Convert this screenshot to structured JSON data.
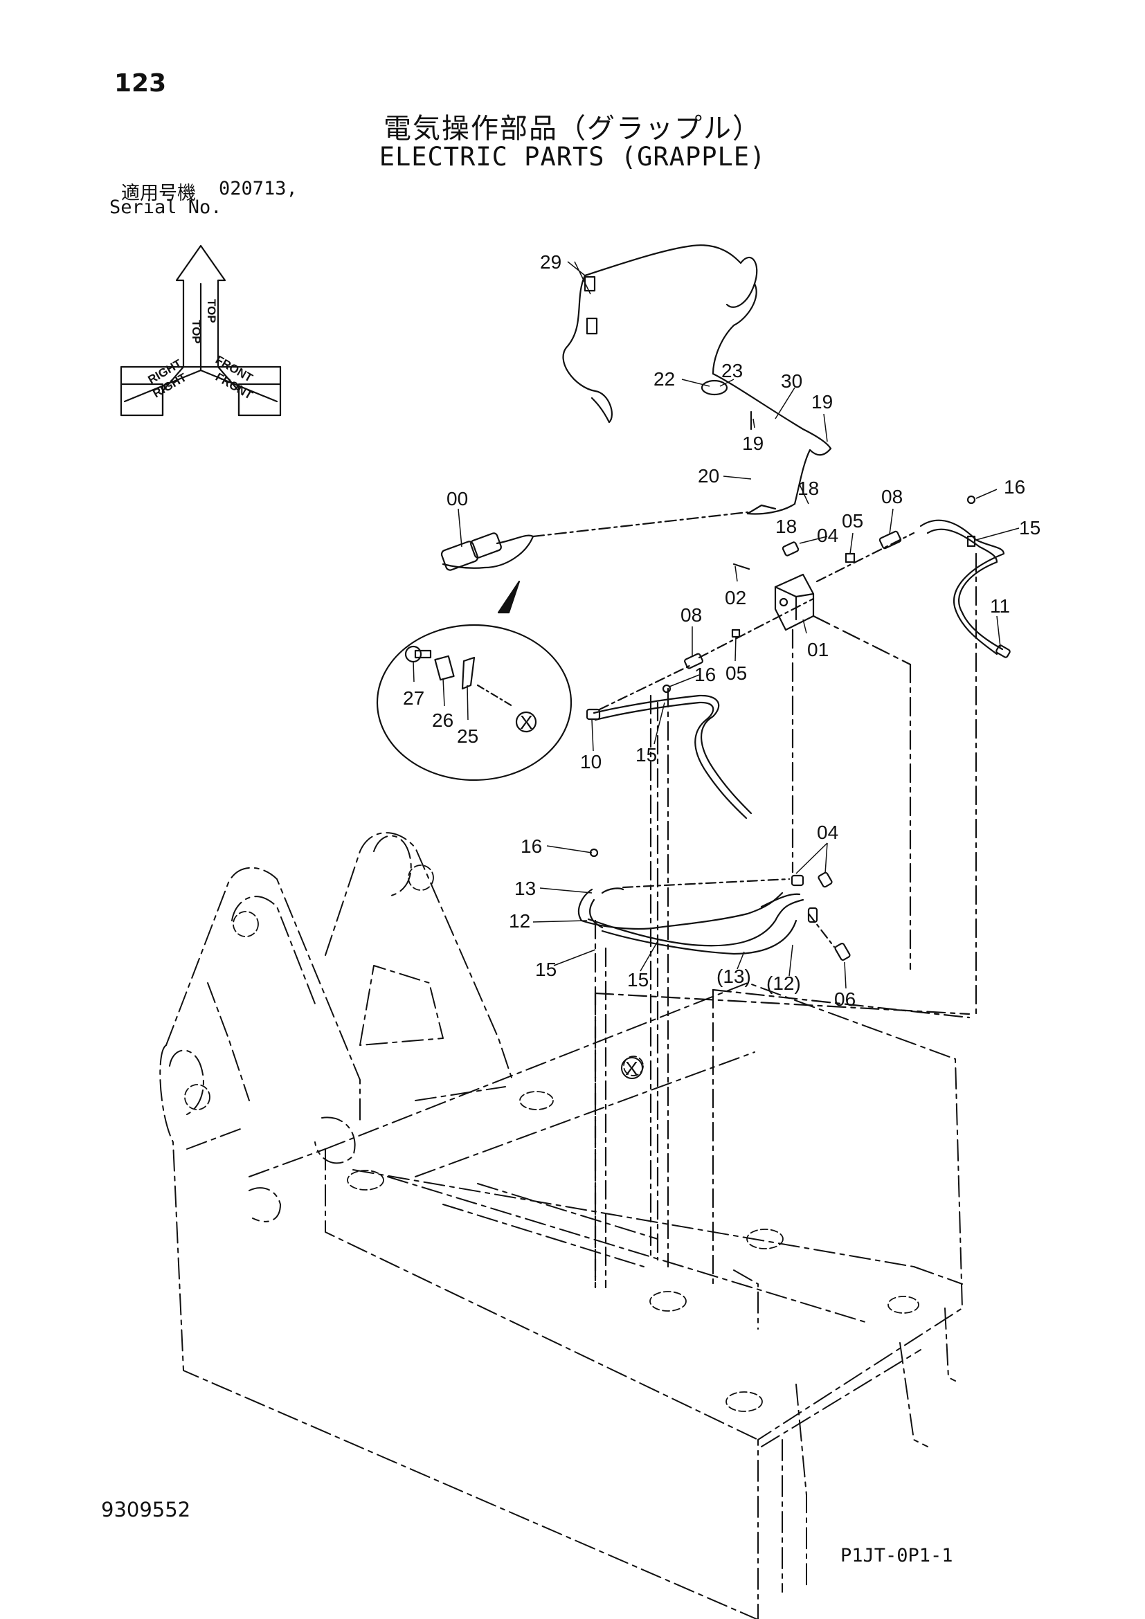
{
  "header": {
    "page_number": "123",
    "title_ja": "電気操作部品（グラップル）",
    "title_en": "ELECTRIC PARTS (GRAPPLE)",
    "serial_label_ja": "適用号機",
    "serial_value": "020713,",
    "serial_label_en": "Serial No."
  },
  "orientation_gauge": {
    "top_label": "TOP",
    "right_label": "RIGHT",
    "front_label": "FRONT"
  },
  "callouts": [
    "29",
    "22",
    "23",
    "30",
    "19",
    "19",
    "20",
    "18",
    "18",
    "00",
    "04",
    "05",
    "08",
    "16",
    "15",
    "02",
    "11",
    "01",
    "08",
    "16",
    "05",
    "27",
    "26",
    "25",
    "X",
    "10",
    "15",
    "04",
    "16",
    "13",
    "12",
    "15",
    "15",
    "(13)",
    "(12)",
    "06",
    "X"
  ],
  "footer": {
    "document_number": "9309552",
    "page_code": "P1JT-0P1-1"
  }
}
